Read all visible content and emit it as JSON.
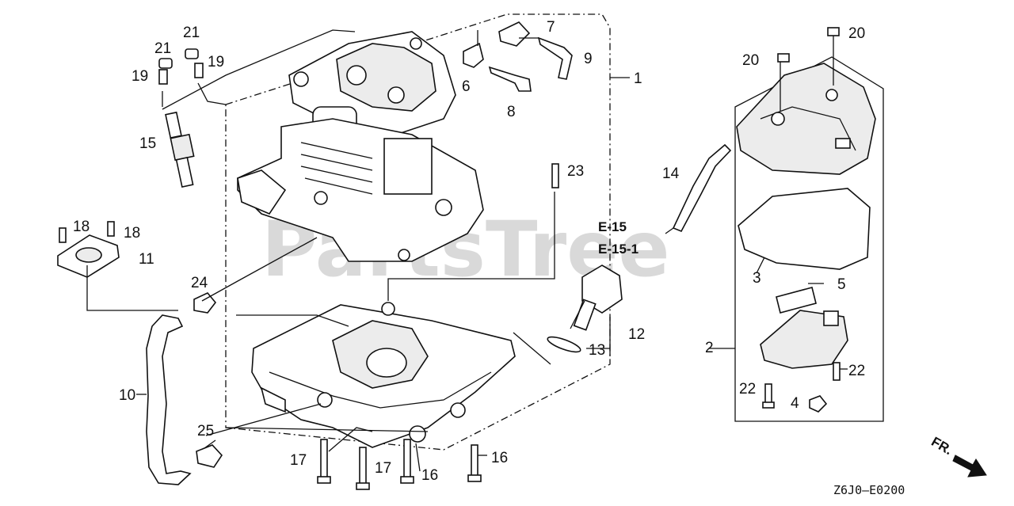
{
  "watermark": "PartsTree",
  "diagram_code": "Z6J0—E0200",
  "front_marker": "FR.",
  "references": {
    "e15": "E-15",
    "e15_1": "E-15-1"
  },
  "callouts": {
    "c1": "1",
    "c2": "2",
    "c3": "3",
    "c4": "4",
    "c5": "5",
    "c6": "6",
    "c7": "7",
    "c8": "8",
    "c9": "9",
    "c10": "10",
    "c11": "11",
    "c12": "12",
    "c13": "13",
    "c14": "14",
    "c15": "15",
    "c16a": "16",
    "c16b": "16",
    "c17a": "17",
    "c17b": "17",
    "c18a": "18",
    "c18b": "18",
    "c19a": "19",
    "c19b": "19",
    "c20a": "20",
    "c20b": "20",
    "c21a": "21",
    "c21b": "21",
    "c22a": "22",
    "c22b": "22",
    "c23": "23",
    "c24": "24",
    "c25": "25"
  }
}
